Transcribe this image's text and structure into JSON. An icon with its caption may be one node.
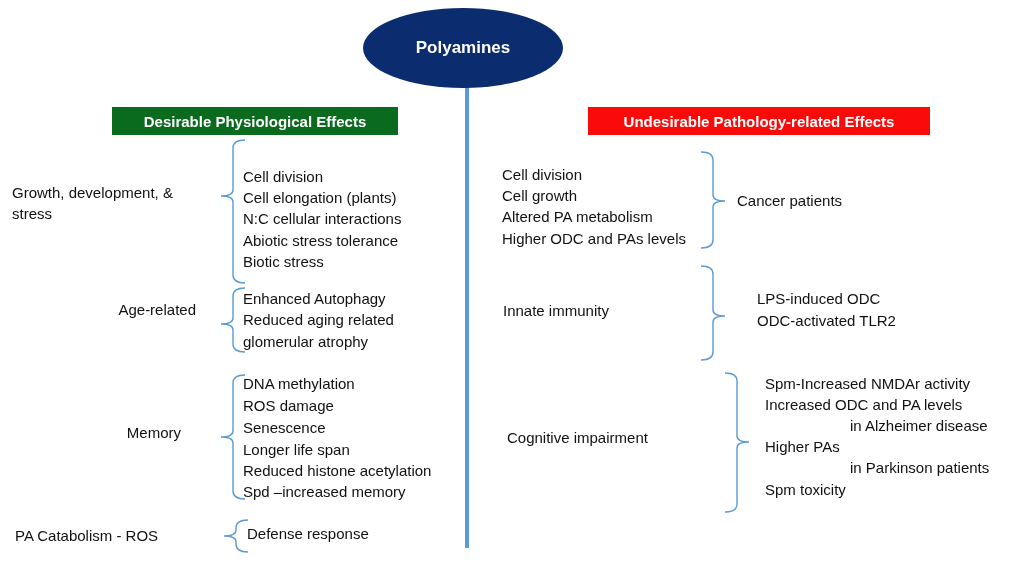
{
  "diagram": {
    "nodes": [
      {
        "text": [
          "Polyamines"
        ]
      },
      {
        "text": [
          "Desirable Physiological Effects"
        ]
      },
      {
        "text": [
          "Undesirable Pathology-related Effects"
        ]
      }
    ],
    "edges": [],
    "labels": [
      "Cell division",
      "Cell elongation (plants)",
      "Growth, development, & stress",
      "N:C cellular interactions",
      "Abiotic stress tolerance",
      "Biotic stress",
      "Age-related",
      "Enhanced Autophagy",
      "Reduced aging related",
      "glomerular atrophy",
      "DNA methylation",
      "ROS damage",
      "Senescence",
      "Memory",
      "Longer life span",
      "Reduced histone acetylation",
      "Spd –increased memory",
      "PA Catabolism - ROS",
      "Defense response",
      "Cell division",
      "Cell growth",
      "Cancer patients",
      "Altered PA metabolism",
      "Higher ODC and PAs levels",
      "Innate  immunity",
      "LPS-induced ODC",
      "ODC-activated TLR2",
      "Spm-Increased NMDAr activity",
      "Increased ODC and PA levels",
      "in Alzheimer disease",
      "Cognitive impairment",
      "Higher PAs",
      "in Parkinson patients",
      "Spm toxicity"
    ]
  }
}
